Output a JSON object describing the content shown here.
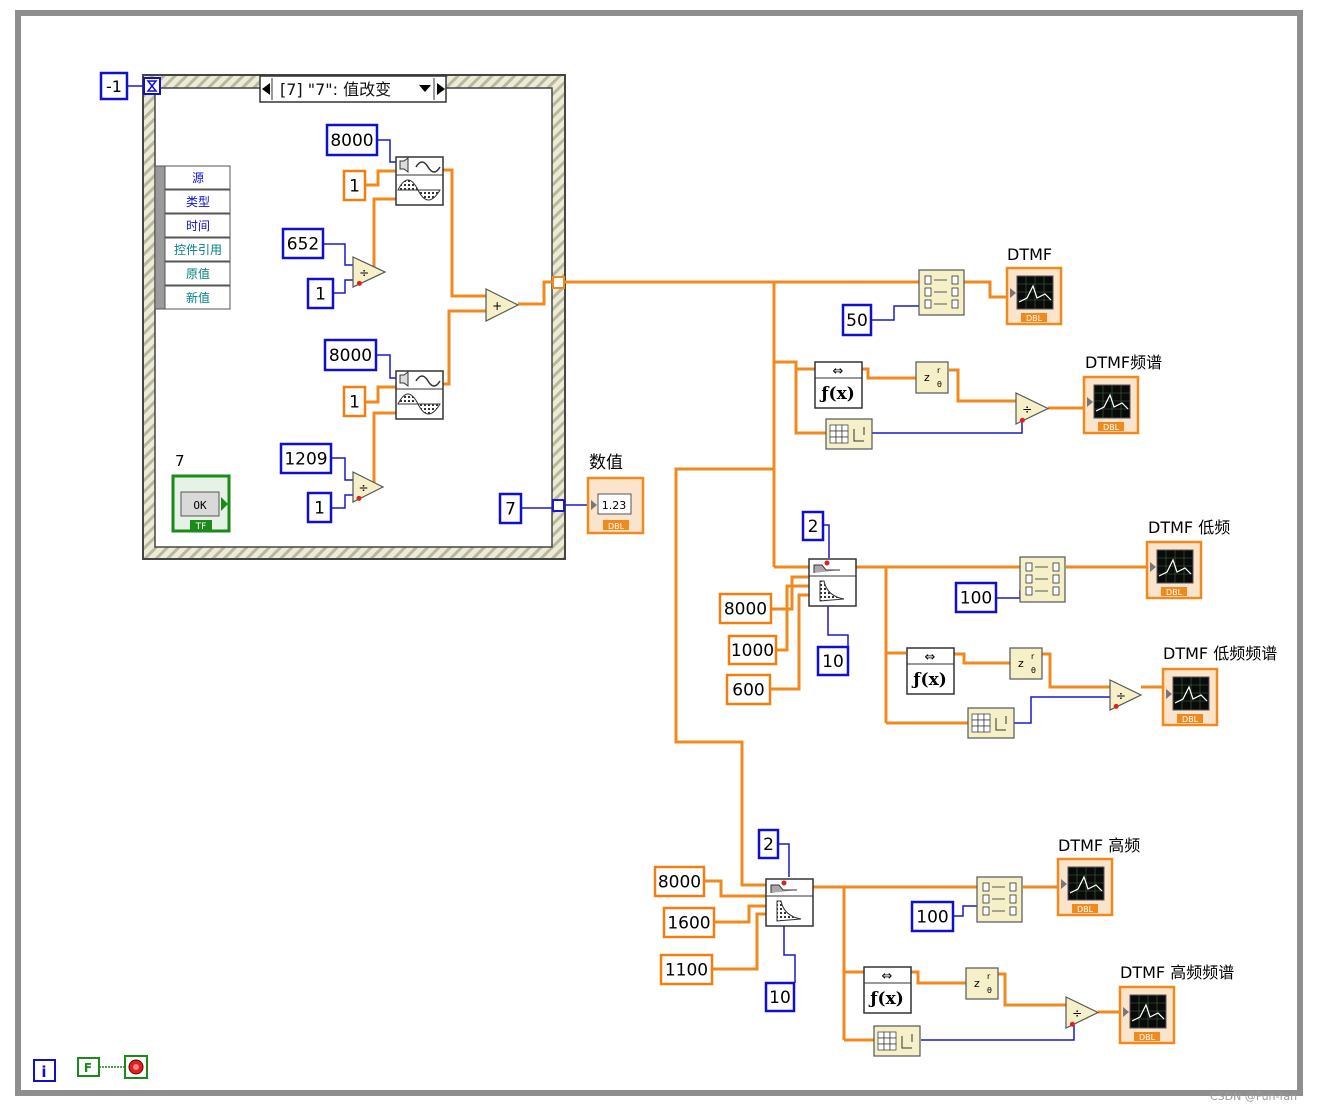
{
  "event_structure": {
    "case_selector": "[7] \"7\": 值改变",
    "timeout_value": "-1",
    "event_data_items": [
      "源",
      "类型",
      "时间",
      "控件引用",
      "原值",
      "新值"
    ]
  },
  "control": {
    "label": "7",
    "button_text": "OK",
    "type_text": "TF"
  },
  "constants": {
    "sr_low": "8000",
    "amp_low": "1",
    "freq_low": "652",
    "div_low": "1",
    "sr_high": "8000",
    "amp_high": "1",
    "freq_high": "1209",
    "div_high": "1",
    "value_const": "7",
    "block_size": "50",
    "low_order": "2",
    "low_fs": "8000",
    "low_high_cut": "1000",
    "low_low_cut": "600",
    "low_taps": "10",
    "low_block": "100",
    "high_order": "2",
    "high_fs": "8000",
    "high_high_cut": "1600",
    "high_low_cut": "1100",
    "high_taps": "10",
    "high_block": "100"
  },
  "indicators": {
    "numeric_label": "数值",
    "numeric_value": "1.23",
    "dtmf": "DTMF",
    "dtmf_spectrum": "DTMF频谱",
    "dtmf_low": "DTMF 低频",
    "dtmf_low_spectrum": "DTMF 低频频谱",
    "dtmf_high": "DTMF 高频",
    "dtmf_high_spectrum": "DTMF 高频频谱",
    "dbl_tag": "DBL"
  },
  "function_labels": {
    "fft": "ƒ(x)",
    "swap": "⇔",
    "add": "+",
    "divide": "÷"
  },
  "loop": {
    "iteration": "i",
    "stop_const": "F"
  },
  "watermark": "CSDN @Fun-fan",
  "colors": {
    "wire_orange": "#f08a1e",
    "wire_blue": "#1a1acc",
    "const_blue": "#1010cc",
    "const_orange": "#f07f10",
    "bool_green": "#1a8a1a",
    "node_fill": "#f5f0c8"
  }
}
